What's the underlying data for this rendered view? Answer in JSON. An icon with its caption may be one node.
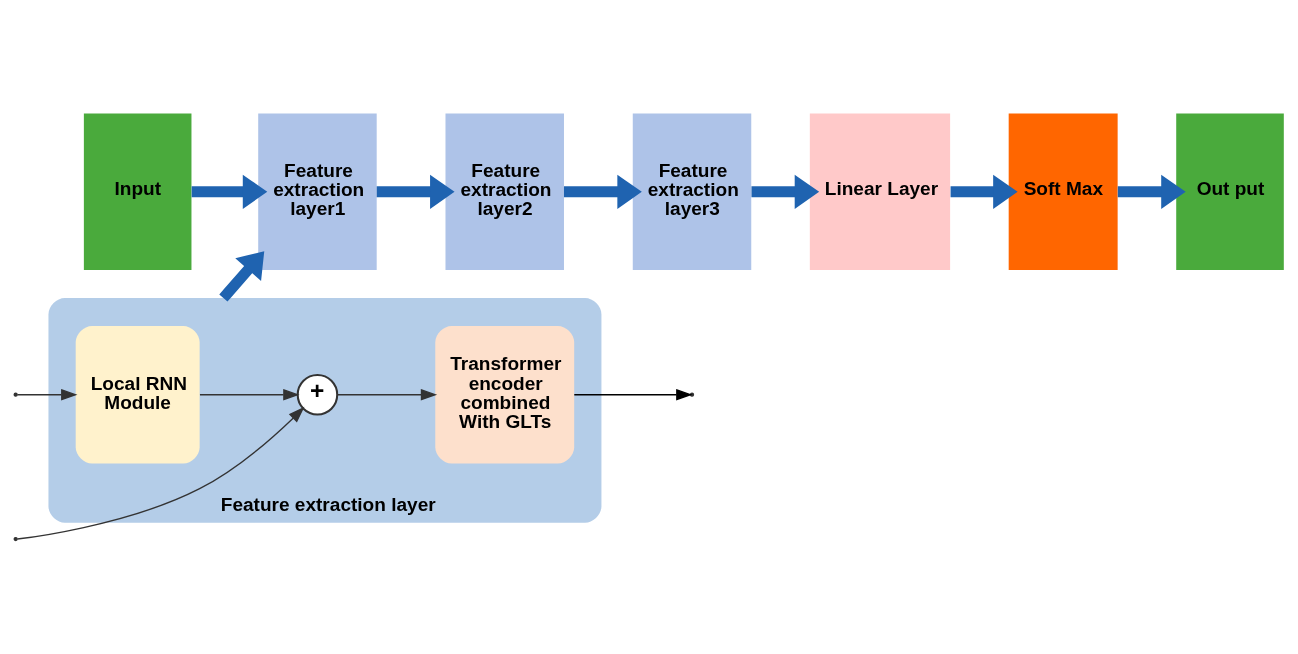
{
  "diagram": {
    "nodes": [
      {
        "text": [
          "Input"
        ]
      },
      {
        "text": [
          "Feature extraction layer1"
        ]
      },
      {
        "text": [
          "Feature extraction layer2"
        ]
      },
      {
        "text": [
          "Feature extraction layer3"
        ]
      },
      {
        "text": [
          "Linear Layer"
        ]
      },
      {
        "text": [
          "Soft Max"
        ]
      },
      {
        "text": [
          "Out put"
        ]
      },
      {
        "text": [
          "Feature extraction layer"
        ]
      },
      {
        "text": [
          "Local RNN Module"
        ],
        "in": 7
      },
      {
        "text": [
          "+"
        ],
        "in": 7
      },
      {
        "text": [
          "Transformer encoder combined With GLTs"
        ],
        "in": 7
      }
    ],
    "edges": [
      {
        "from": 0,
        "to": 1,
        "arrow": "to"
      },
      {
        "from": 1,
        "to": 2,
        "arrow": "to"
      },
      {
        "from": 2,
        "to": 3,
        "arrow": "to"
      },
      {
        "from": 3,
        "to": 4,
        "arrow": "to"
      },
      {
        "from": 4,
        "to": 5,
        "arrow": "to"
      },
      {
        "from": 5,
        "to": 6,
        "arrow": "to"
      },
      {
        "from": 7,
        "to": 1,
        "arrow": "to"
      },
      {
        "from": null,
        "to": 8,
        "arrow": "to",
        "color": "#333333"
      },
      {
        "from": null,
        "to": 9,
        "arrow": "to",
        "color": "#333333"
      },
      {
        "from": 8,
        "to": 9,
        "arrow": "to",
        "color": "#333333"
      },
      {
        "from": 9,
        "to": 10,
        "arrow": "to",
        "color": "#333333"
      },
      {
        "from": 10,
        "to": null,
        "arrow": "to",
        "color": "#000000"
      }
    ]
  }
}
